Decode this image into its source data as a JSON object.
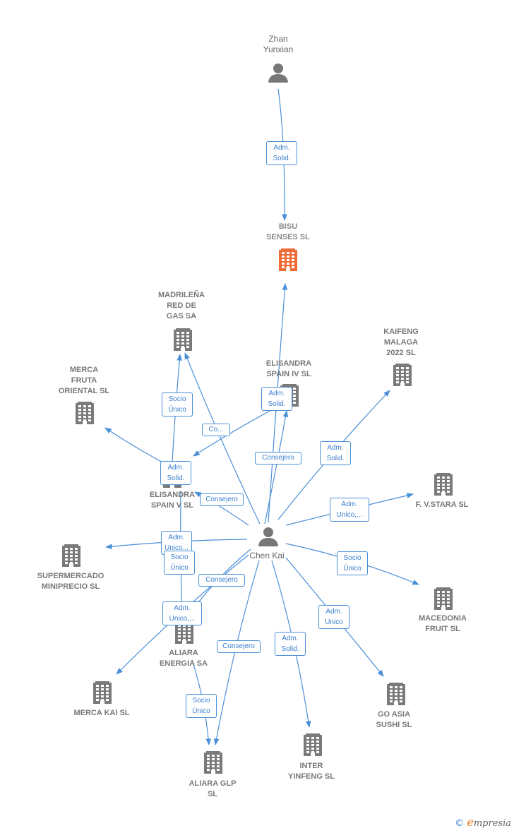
{
  "nodes": [
    {
      "id": "zhan",
      "label": "Zhan\nYunxian",
      "kind": "person"
    },
    {
      "id": "bisu",
      "label": "BISU\nSENSES  SL",
      "kind": "main"
    },
    {
      "id": "madrilena",
      "label": "MADRILEÑA\nRED DE\nGAS SA",
      "kind": "company"
    },
    {
      "id": "kaifeng",
      "label": "KAIFENG\nMALAGA\n2022  SL",
      "kind": "company"
    },
    {
      "id": "merca_fruta",
      "label": "MERCA\nFRUTA\nORIENTAL  SL",
      "kind": "company"
    },
    {
      "id": "elisandra_iv",
      "label": "ELISANDRA\nSPAIN IV  SL",
      "kind": "company"
    },
    {
      "id": "vstara",
      "label": "F. V.STARA  SL",
      "kind": "company"
    },
    {
      "id": "elisandra_v",
      "label": "ELISANDRA\nSPAIN V  SL",
      "kind": "company"
    },
    {
      "id": "chen",
      "label": "Chen Kai",
      "kind": "person"
    },
    {
      "id": "supermercado",
      "label": "SUPERMERCADO\nMINIPRECIO SL",
      "kind": "company"
    },
    {
      "id": "macedonia",
      "label": "MACEDONIA\nFRUIT  SL",
      "kind": "company"
    },
    {
      "id": "aliara_energia",
      "label": "ALIARA\nENERGIA SA",
      "kind": "company"
    },
    {
      "id": "merca_kai",
      "label": "MERCA KAI  SL",
      "kind": "company"
    },
    {
      "id": "go_asia",
      "label": "GO ASIA\nSUSHI  SL",
      "kind": "company"
    },
    {
      "id": "inter_yinfeng",
      "label": "INTER\nYINFENG  SL",
      "kind": "company"
    },
    {
      "id": "aliara_glp",
      "label": "ALIARA GLP\nSL",
      "kind": "company"
    }
  ],
  "edges": [
    {
      "from": "zhan",
      "to": "bisu",
      "label": "Adm.\nSolid."
    },
    {
      "from": "chen",
      "to": "bisu",
      "label": "Adm.\nSolid."
    },
    {
      "from": "chen",
      "to": "madrilena",
      "label": "Socio\nÚnico"
    },
    {
      "from": "elisandra_v",
      "to": "madrilena",
      "label": "Socio\nÚnico"
    },
    {
      "from": "elisandra_v",
      "to": "merca_fruta",
      "label": "Adm.\nSolid."
    },
    {
      "from": "chen",
      "to": "elisandra_iv",
      "label": "Consejero"
    },
    {
      "from": "elisandra_iv",
      "to": "elisandra_v",
      "label": "Co..."
    },
    {
      "from": "chen",
      "to": "kaifeng",
      "label": "Adm.\nSolid."
    },
    {
      "from": "chen",
      "to": "vstara",
      "label": "Adm.\nUnico,..."
    },
    {
      "from": "chen",
      "to": "elisandra_v",
      "label": "Consejero"
    },
    {
      "from": "chen",
      "to": "supermercado",
      "label": "Adm.\nUnico..."
    },
    {
      "from": "chen",
      "to": "macedonia",
      "label": "Socio\nÚnico"
    },
    {
      "from": "chen",
      "to": "aliara_energia",
      "label": "Consejero"
    },
    {
      "from": "chen",
      "to": "merca_kai",
      "label": "Adm.\nUnico,..."
    },
    {
      "from": "chen",
      "to": "go_asia",
      "label": "Adm.\nUnico"
    },
    {
      "from": "chen",
      "to": "inter_yinfeng",
      "label": "Adm.\nSolid."
    },
    {
      "from": "chen",
      "to": "aliara_glp",
      "label": "Consejero"
    },
    {
      "from": "aliara_energia",
      "to": "aliara_glp",
      "label": "Socio\nÚnico"
    },
    {
      "from": "elisandra_v",
      "to": "aliara_energia",
      "label": "Socio\nÚnico"
    }
  ],
  "watermark": {
    "copyright": "©",
    "brand": "mpresia",
    "brand_initial": "e"
  },
  "colors": {
    "edge": "#4a8fd8",
    "company": "#7a7a7a",
    "main": "#f06a35",
    "person": "#777777"
  }
}
